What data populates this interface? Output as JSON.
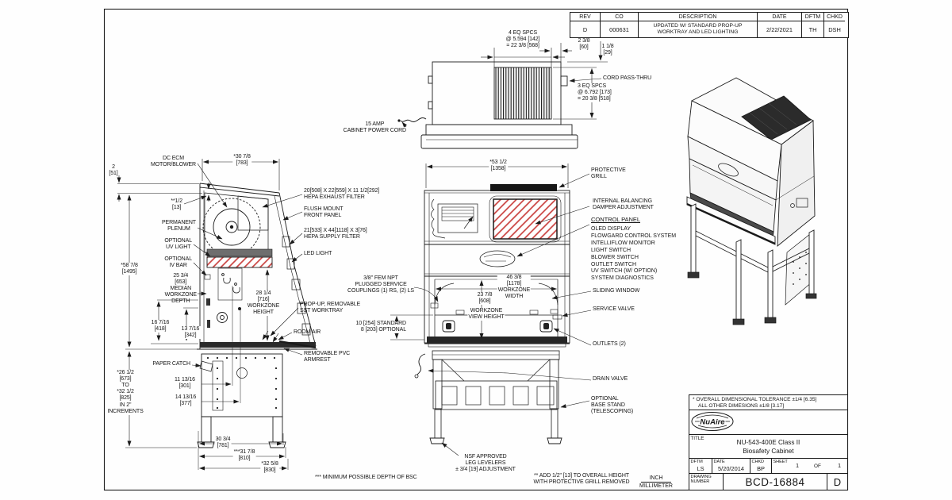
{
  "revision_table": {
    "headers": [
      "REV",
      "CO",
      "DESCRIPTION",
      "DATE",
      "DFTM",
      "CHKD"
    ],
    "row": {
      "rev": "D",
      "co": "000631",
      "description": "UPDATED W/ STANDARD PROP-UP\nWORKTRAY AND LED LIGHTING",
      "date": "2/22/2021",
      "dftm": "TH",
      "chkd": "DSH"
    }
  },
  "top_view": {
    "eq4": "4 EQ SPCS\n@ 5.594 [142]\n= 22 3/8 [568]",
    "d238": "2 3/8\n[60]",
    "d118": "1 1/8\n[29]",
    "cord_pass_thru": "CORD PASS-THRU",
    "eq3": "3 EQ SPCS\n@ 6.792 [173]\n= 20 3/8 [518]",
    "power_cord": "15 AMP\nCABINET POWER CORD"
  },
  "side_view": {
    "motor": "DC ECM\nMOTOR/BLOWER",
    "depth": "*30 7/8\n[783]",
    "top_offset": "2\n[51]",
    "half": "**1/2\n[13]",
    "plenum": "PERMANENT\nPLENUM",
    "uv": "OPTIONAL\nUV LIGHT",
    "iv": "OPTIONAL\nIV BAR",
    "height": "*58 7/8\n[1495]",
    "median": "25 3/4\n[653]\nMEDIAN\nWORKZONE\nDEPTH",
    "wz_height": "28 1/4\n[716]\nWORKZONE\nHEIGHT",
    "d16": "16 7/16\n[418]",
    "d13": "13 7/16\n[342]",
    "paper_catch": "PAPER CATCH",
    "stand_range": "*26 1/2\n[673]\nTO\n*32 1/2\n[825]\nIN 2\"\nINCREMENTS",
    "d11": "11 13/16\n[301]",
    "d14": "14 13/16\n[377]",
    "d30": "30 3/4\n[781]",
    "d31": "***31 7/8\n[810]",
    "d32": "*32 5/8\n[830]",
    "hepa_exhaust": "20[508] X 22[559] X 11 1/2[292]\nHEPA EXHAUST FILTER",
    "flush": "FLUSH MOUNT\nFRONT PANEL",
    "hepa_supply": "21[533] X 44[1118] X 3[76]\nHEPA SUPPLY FILTER",
    "led": "LED LIGHT",
    "worktray": "PROP-UP, REMOVABLE\nSST WORKTRAY",
    "room_air": "ROOM AIR",
    "armrest": "REMOVABLE PVC\nARMREST"
  },
  "front_view": {
    "width": "*53 1/2\n[1358]",
    "grill": "PROTECTIVE\nGRILL",
    "damper": "INTERNAL BALANCING\nDAMPER ADJUSTMENT",
    "control_panel": "CONTROL PANEL",
    "control_items": [
      "OLED DISPLAY",
      "FLOWGARD CONTROL SYSTEM",
      "INTELLIFLOW MONITOR",
      "LIGHT SWITCH",
      "BLOWER SWITCH",
      "OUTLET SWITCH",
      "UV SWITCH (W/ OPTION)",
      "SYSTEM DIAGNOSTICS"
    ],
    "couplings": "3/8\" FEM NPT\nPLUGGED SERVICE\nCOUPLINGS (1) RS, (2) LS",
    "wz_width": "46 3/8\n[1178]\nWORKZONE\nWIDTH",
    "view_height": "23 7/8\n[608]",
    "view_height_label": "WORKZONE\nVIEW HEIGHT",
    "std_opt": "10 [254] STANDARD\n8 [203] OPTIONAL",
    "sliding_window": "SLIDING WINDOW",
    "service_valve": "SERVICE VALVE",
    "outlets": "OUTLETS (2)",
    "drain": "DRAIN VALVE",
    "base_stand": "OPTIONAL\nBASE STAND\n(TELESCOPING)",
    "levelers": "NSF APPROVED\nLEG LEVELERS\n± 3/4 [19] ADJUSTMENT"
  },
  "notes": {
    "min_depth": "*** MINIMUM POSSIBLE DEPTH OF BSC",
    "add_height": "** ADD 1/2\" [13] TO OVERALL HEIGHT\nWITH PROTECTIVE GRILL REMOVED",
    "inch": "INCH",
    "millimeter": "MILLIMETER",
    "tol1": "* OVERALL DIMENSIONAL TOLERANCE ±1/4 [6.35]",
    "tol2": "ALL OTHER DIMESIONS ±1/8 [3.17]"
  },
  "title_block": {
    "brand": "NuAire",
    "title_label": "TITLE",
    "title": "NU-543-400E Class II\nBiosafety Cabinet",
    "dftm_label": "DFTM",
    "dftm": "LS",
    "date_label": "DATE",
    "date": "5/20/2014",
    "chkd_label": "CHKD",
    "chkd": "BP",
    "sheet_label": "SHEET",
    "sheet_num": "1",
    "sheet_of": "OF",
    "sheet_total": "1",
    "drawing_label": "DRAWING\nNUMBER",
    "drawing_number": "BCD-16884",
    "rev": "D"
  },
  "colors": {
    "line": "#1b1b1b",
    "hatch_red": "#c9403e",
    "grill_dark": "#1a1a1a"
  }
}
